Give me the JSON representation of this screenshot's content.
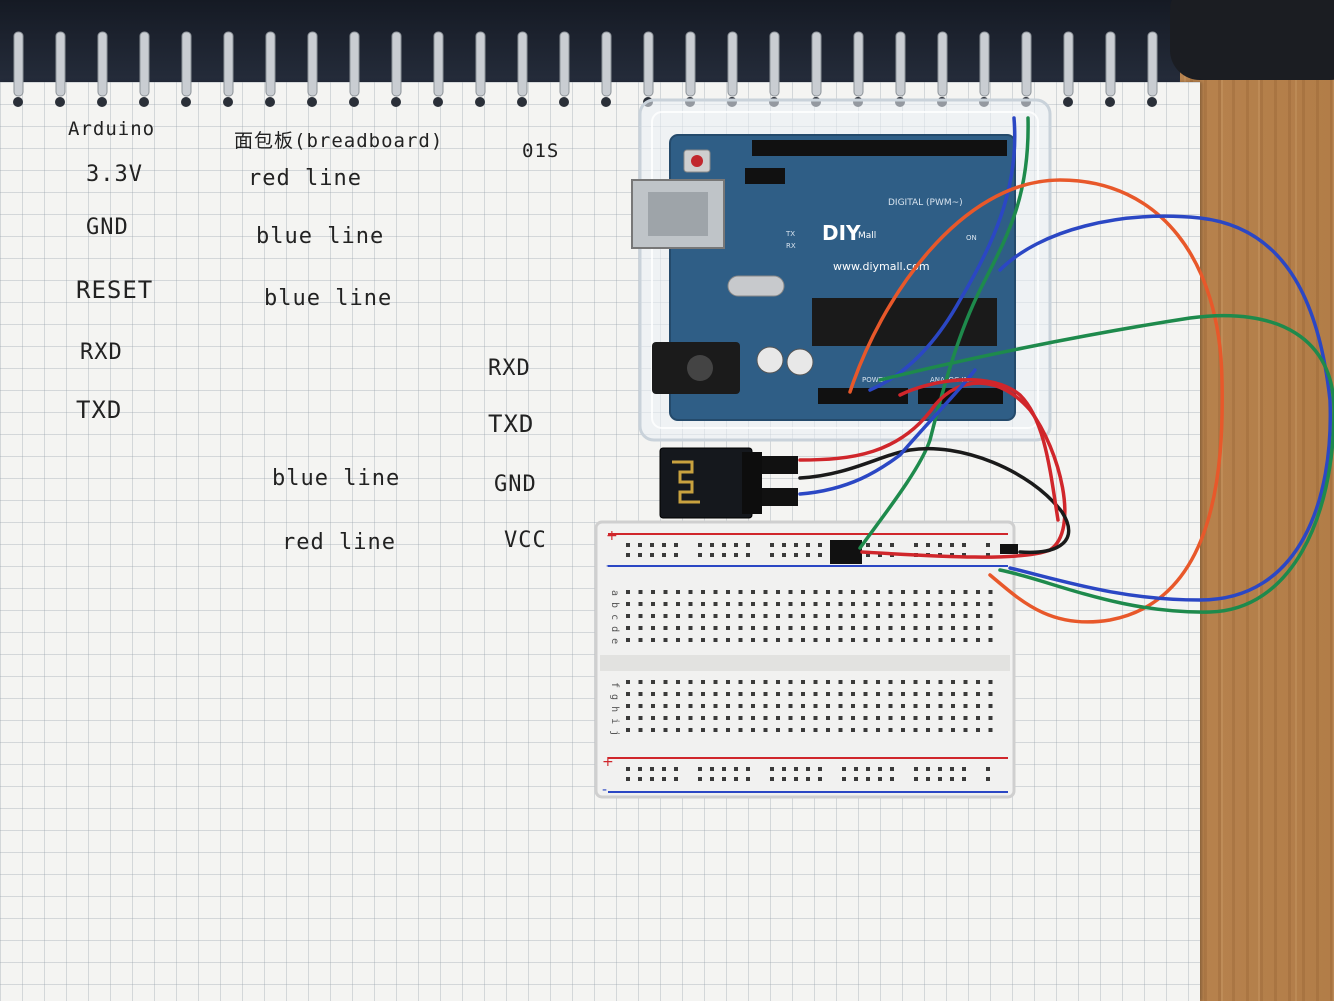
{
  "notes": {
    "col_arduino": {
      "header": "Arduino",
      "pins": [
        "3.3V",
        "GND",
        "RESET",
        "RXD",
        "TXD"
      ]
    },
    "col_breadboard": {
      "header": "面包板(breadboard)",
      "lines": [
        "red line",
        "blue line",
        "blue line",
        "blue line",
        "red line"
      ]
    },
    "col_module": {
      "header": "01S",
      "pins": [
        "RXD",
        "TXD",
        "GND",
        "VCC"
      ]
    }
  },
  "board": {
    "brand": "DIY",
    "brand_sub": "Mall",
    "website": "www.diymall.com",
    "digital_label": "DIGITAL (PWM~)",
    "power_label": "POWER",
    "analog_label": "ANALOG IN",
    "led_tx": "TX",
    "led_rx": "RX",
    "led_on": "ON"
  },
  "breadboard": {
    "plus": "+",
    "minus": "-",
    "rows_top": "a b c d e",
    "rows_bottom": "f g h i j"
  },
  "colors": {
    "paper": "#f4f4f2",
    "ink": "#222222",
    "pcb": "#2f5e86",
    "wire_red": "#d0262b",
    "wire_blue": "#2b47c4",
    "wire_green": "#1e8a4c",
    "wire_orange": "#e8582a",
    "wire_black": "#1a1a1a",
    "esp_module": "#15181d"
  },
  "icons": [
    "esp8266-module-icon",
    "usb-jack-icon",
    "barrel-jack-icon",
    "crystal-icon",
    "capacitor-icon"
  ]
}
